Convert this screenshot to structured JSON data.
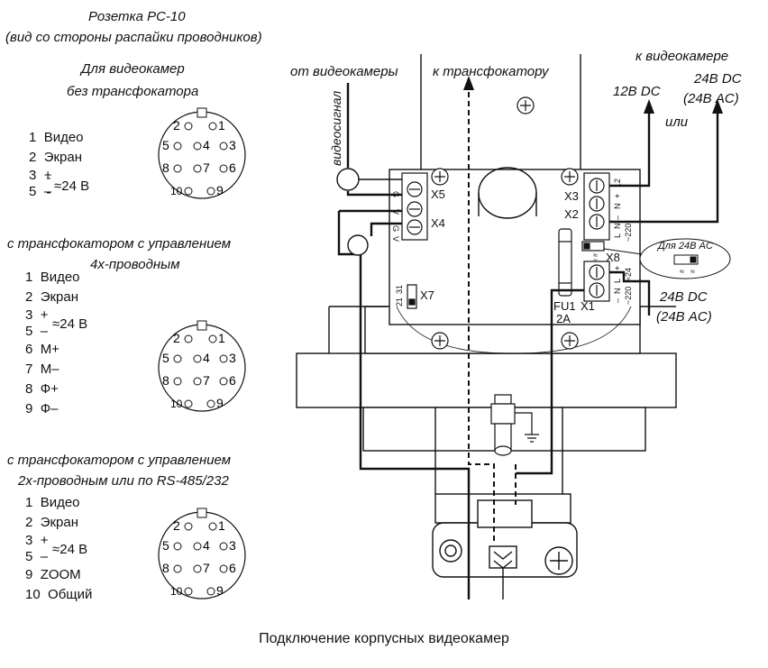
{
  "socket": {
    "title": "Розетка РС-10",
    "subtitle": "(вид со стороны распайки проводников)"
  },
  "groups": [
    {
      "heading1": "Для видеокамер",
      "heading2": "без трансфокатора",
      "pins": [
        {
          "num": "1",
          "label": "Видео"
        },
        {
          "num": "2",
          "label": "Экран"
        },
        {
          "num": "3",
          "label": "+"
        },
        {
          "num": "5",
          "label": "–"
        }
      ],
      "power_label": "≈24 В"
    },
    {
      "heading1": "с трансфокатором с управлением",
      "heading2": "4х-проводным",
      "pins": [
        {
          "num": "1",
          "label": "Видео"
        },
        {
          "num": "2",
          "label": "Экран"
        },
        {
          "num": "3",
          "label": "+"
        },
        {
          "num": "5",
          "label": "–"
        },
        {
          "num": "6",
          "label": "М+"
        },
        {
          "num": "7",
          "label": "М–"
        },
        {
          "num": "8",
          "label": "Ф+"
        },
        {
          "num": "9",
          "label": "Ф–"
        }
      ],
      "power_label": "≈24 В"
    },
    {
      "heading1": "с трансфокатором с управлением",
      "heading2": "2х-проводным или по RS-485/232",
      "pins": [
        {
          "num": "1",
          "label": "Видео"
        },
        {
          "num": "2",
          "label": "Экран"
        },
        {
          "num": "3",
          "label": "+"
        },
        {
          "num": "5",
          "label": "–"
        },
        {
          "num": "9",
          "label": "ZOOM"
        },
        {
          "num": "10",
          "label": "Общий"
        }
      ],
      "power_label": "≈24 В"
    }
  ],
  "connector_pins": [
    "1",
    "2",
    "3",
    "4",
    "5",
    "6",
    "7",
    "8",
    "9",
    "10"
  ],
  "board": {
    "from_camera": "от видеокамеры",
    "to_zoom": "к трансфокатору",
    "to_camera": "к видеокамере",
    "video_signal": "видеосигнал",
    "out_12v": "12В DC",
    "or": "или",
    "out_24v_dc": "24В DC",
    "out_24v_ac": "(24В AC)",
    "in_24v_dc": "24В DC",
    "in_24v_ac": "(24В AC)",
    "jumper_note": "Для 24В AC",
    "x1": "X1",
    "x2": "X2",
    "x3": "X3",
    "x4": "X4",
    "x5": "X5",
    "x7": "X7",
    "x8": "X8",
    "fu1": "FU1",
    "fu1_rating": "2А",
    "terminal_g": "G",
    "terminal_v": "V",
    "x3_labels": [
      "12",
      "+",
      "N"
    ],
    "x2_labels": [
      "–",
      "N",
      "L"
    ],
    "x1_labels": [
      "≈24",
      "+",
      "~220",
      "L",
      "N",
      "–"
    ],
    "x2_side": "~220",
    "x1_side": "≈24",
    "x7_labels": [
      "31",
      "21"
    ],
    "x8_labels": [
      "≈",
      "≈"
    ]
  },
  "caption": "Подключение корпусных видеокамер"
}
